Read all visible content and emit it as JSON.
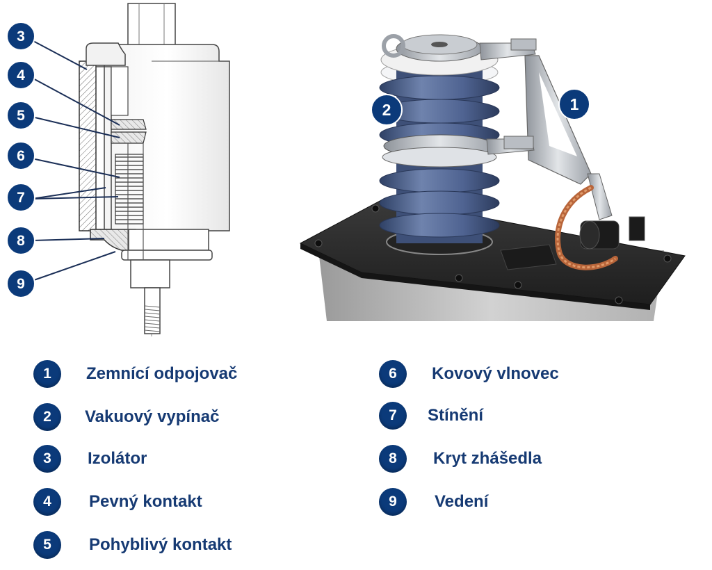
{
  "colors": {
    "badge": "#0b3a7a",
    "label_text": "#163a73",
    "insulator_blue": "#4a5f8c",
    "base_dark": "#2a2a2a",
    "metal": "#b8bcc2"
  },
  "callouts": {
    "section_view": [
      "3",
      "4",
      "5",
      "6",
      "7",
      "8",
      "9"
    ],
    "photo": [
      "2",
      "1"
    ]
  },
  "legend": [
    {
      "num": "1",
      "label": "Zemnící odpojovač"
    },
    {
      "num": "2",
      "label": "Vakuový vypínač"
    },
    {
      "num": "3",
      "label": "Izolátor"
    },
    {
      "num": "4",
      "label": "Pevný kontakt"
    },
    {
      "num": "5",
      "label": "Pohyblivý kontakt"
    },
    {
      "num": "6",
      "label": "Kovový vlnovec"
    },
    {
      "num": "7",
      "label": "Stínění"
    },
    {
      "num": "8",
      "label": "Kryt zhášedla"
    },
    {
      "num": "9",
      "label": "Vedení"
    }
  ]
}
